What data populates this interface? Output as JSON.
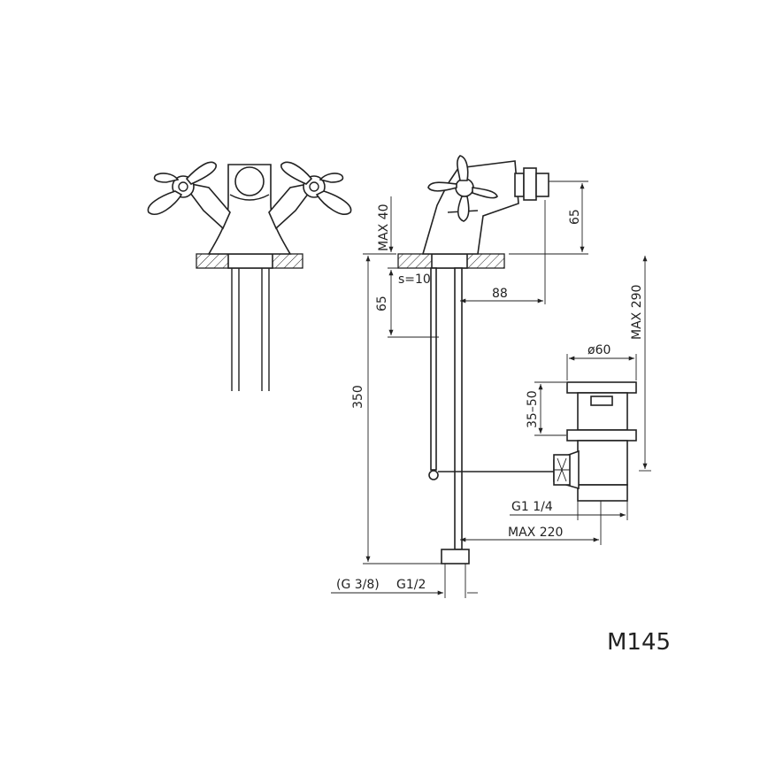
{
  "drawing": {
    "model_code": "M145",
    "dimensions": {
      "max_40": "MAX 40",
      "h_65_top": "65",
      "s_10": "s=10",
      "d_88": "88",
      "h_65_mid": "65",
      "h_350": "350",
      "max_290": "MAX 290",
      "dia_60": "ø60",
      "range_35_50": "35–50",
      "g1_1_4": "G1 1/4",
      "max_220": "MAX 220",
      "g_3_8": "(G 3/8)",
      "g1_2": "G1/2"
    }
  }
}
